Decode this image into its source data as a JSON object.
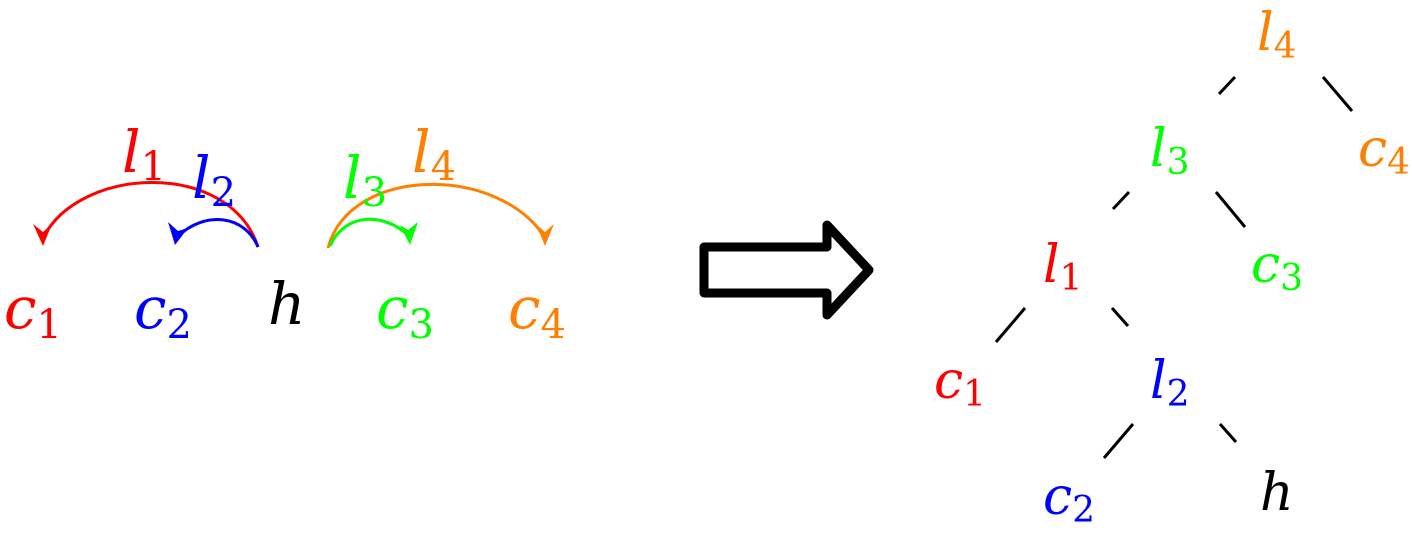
{
  "colors": {
    "red": "#ff0000",
    "blue": "#0000ff",
    "green": "#00ff00",
    "orange": "#ff8000",
    "black": "#000000"
  },
  "left_panel": {
    "tokens": [
      {
        "id": "c1",
        "base": "c",
        "sub": "1",
        "color": "red"
      },
      {
        "id": "c2",
        "base": "c",
        "sub": "2",
        "color": "blue"
      },
      {
        "id": "h",
        "base": "h",
        "sub": "",
        "color": "black"
      },
      {
        "id": "c3",
        "base": "c",
        "sub": "3",
        "color": "green"
      },
      {
        "id": "c4",
        "base": "c",
        "sub": "4",
        "color": "orange"
      }
    ],
    "arcs": [
      {
        "label_base": "l",
        "label_sub": "1",
        "from": "h",
        "to": "c1",
        "color": "red"
      },
      {
        "label_base": "l",
        "label_sub": "2",
        "from": "h",
        "to": "c2",
        "color": "blue"
      },
      {
        "label_base": "l",
        "label_sub": "3",
        "from": "h",
        "to": "c3",
        "color": "green"
      },
      {
        "label_base": "l",
        "label_sub": "4",
        "from": "h",
        "to": "c4",
        "color": "orange"
      }
    ]
  },
  "transform_arrow": {
    "icon": "hollow-right-arrow-icon"
  },
  "tree": {
    "nodes": [
      {
        "id": "l4",
        "base": "l",
        "sub": "4",
        "color": "orange"
      },
      {
        "id": "l3",
        "base": "l",
        "sub": "3",
        "color": "green"
      },
      {
        "id": "c4",
        "base": "c",
        "sub": "4",
        "color": "orange"
      },
      {
        "id": "l1",
        "base": "l",
        "sub": "1",
        "color": "red"
      },
      {
        "id": "c3",
        "base": "c",
        "sub": "3",
        "color": "green"
      },
      {
        "id": "c1",
        "base": "c",
        "sub": "1",
        "color": "red"
      },
      {
        "id": "l2",
        "base": "l",
        "sub": "2",
        "color": "blue"
      },
      {
        "id": "c2",
        "base": "c",
        "sub": "2",
        "color": "blue"
      },
      {
        "id": "h",
        "base": "h",
        "sub": "",
        "color": "black"
      }
    ],
    "edges": [
      [
        "l4",
        "l3"
      ],
      [
        "l4",
        "c4"
      ],
      [
        "l3",
        "l1"
      ],
      [
        "l3",
        "c3"
      ],
      [
        "l1",
        "c1"
      ],
      [
        "l1",
        "l2"
      ],
      [
        "l2",
        "c2"
      ],
      [
        "l2",
        "h"
      ]
    ]
  }
}
